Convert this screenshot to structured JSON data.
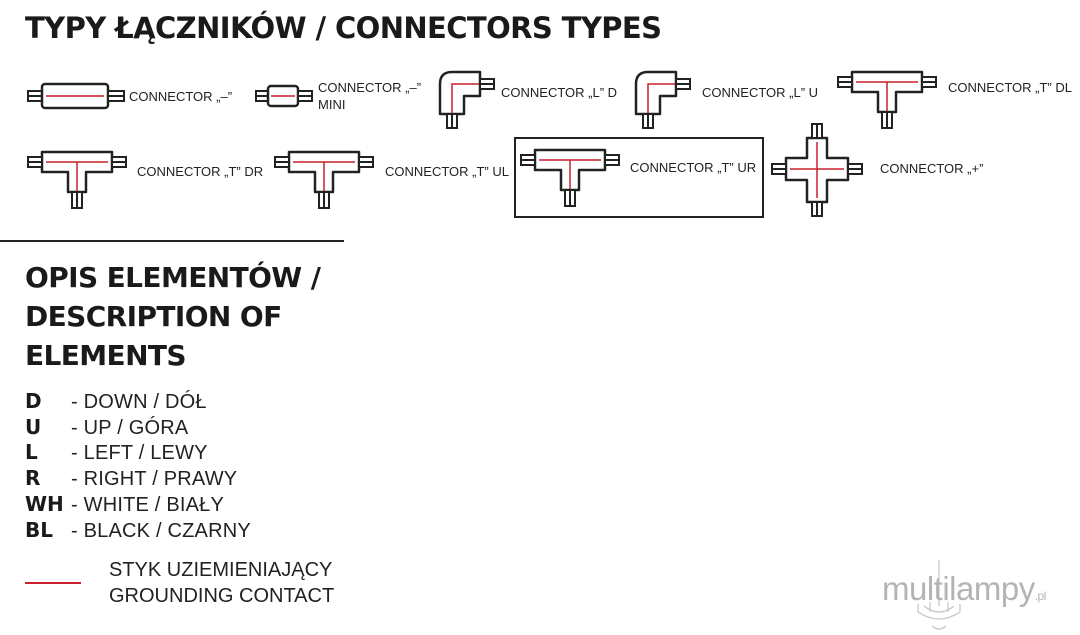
{
  "title": "TYPY ŁĄCZNIKÓW / CONNECTORS TYPES",
  "connectors": {
    "straight": "CONNECTOR „–”",
    "mini_line1": "CONNECTOR „–”",
    "mini_line2": "MINI",
    "l_d": "CONNECTOR „L” D",
    "l_u": "CONNECTOR „L” U",
    "t_dl": "CONNECTOR „T” DL",
    "t_dr": "CONNECTOR „T” DR",
    "t_ul": "CONNECTOR „T” UL",
    "t_ur": "CONNECTOR „T” UR",
    "plus": "CONNECTOR „+”"
  },
  "description": {
    "heading_line1": "OPIS ELEMENTÓW /",
    "heading_line2": "DESCRIPTION OF",
    "heading_line3": "ELEMENTS",
    "items": [
      {
        "code": "D",
        "text": "- DOWN / DÓŁ"
      },
      {
        "code": "U",
        "text": "- UP / GÓRA"
      },
      {
        "code": "L",
        "text": "- LEFT / LEWY"
      },
      {
        "code": "R",
        "text": "- RIGHT / PRAWY"
      },
      {
        "code": "WH",
        "text": "- WHITE / BIAŁY"
      },
      {
        "code": "BL",
        "text": "- BLACK / CZARNY"
      }
    ]
  },
  "grounding": {
    "line1": "STYK UZIEMIENIAJĄCY",
    "line2": "GROUNDING CONTACT",
    "color": "#c8202a"
  },
  "logo": {
    "text": "multilampy",
    "suffix": ".pl"
  },
  "colors": {
    "outline": "#222222",
    "ground": "#c8202a"
  }
}
